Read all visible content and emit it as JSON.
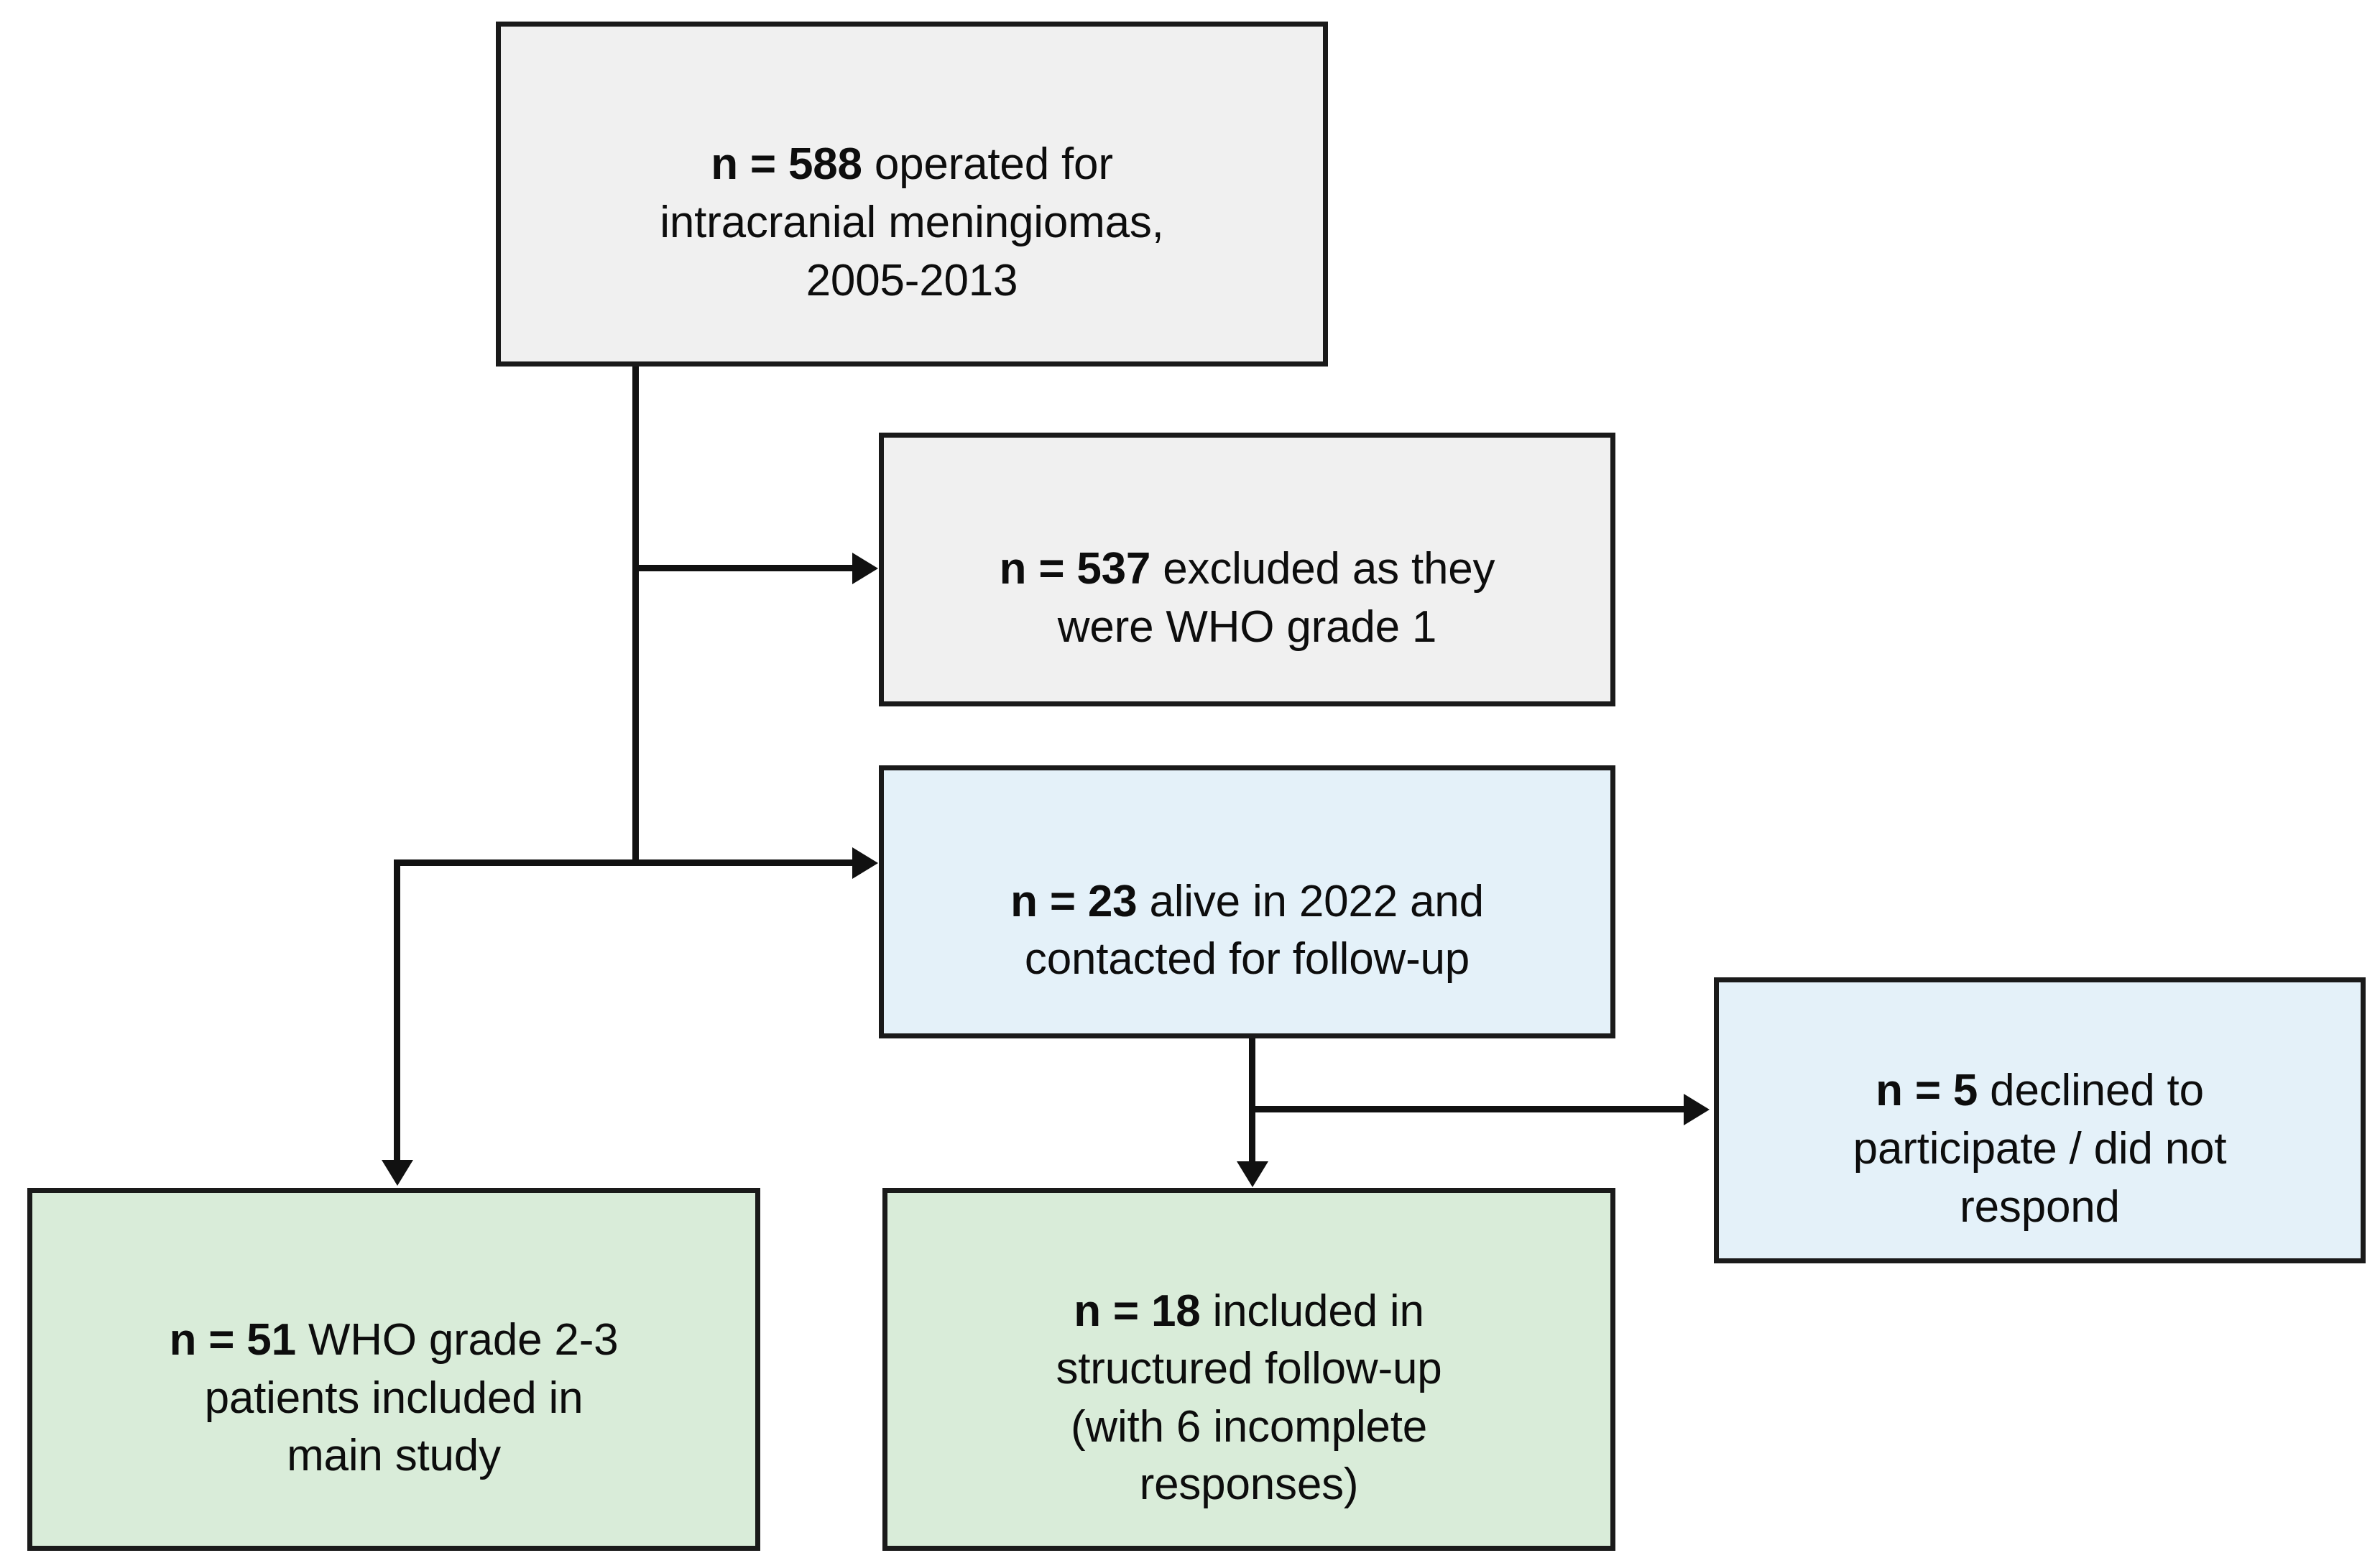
{
  "figure": {
    "type": "flowchart",
    "orientation": "top-down-with-side-branches",
    "colors": {
      "box_border": "#1a1a1a",
      "connector": "#111111",
      "fill_grey": "#f0f0f0",
      "fill_blue": "#e4f1f9",
      "fill_green": "#d9ecd9",
      "background": "#ffffff",
      "text": "#0d0d0d"
    }
  },
  "nodes": {
    "enrolled": {
      "id": "enrolled",
      "fill": "grey",
      "n_label": "n = 588",
      "n_value": 588,
      "bold_prefix": "n = 588",
      "rest_text": " operated for\nintracranial meningiomas,\n2005-2013",
      "full_text": "n = 588 operated for intracranial meningiomas, 2005-2013"
    },
    "excluded": {
      "id": "excluded",
      "fill": "grey",
      "n_label": "n = 537",
      "n_value": 537,
      "bold_prefix": "n = 537",
      "rest_text": " excluded as they\nwere WHO grade 1",
      "full_text": "n = 537 excluded as they were WHO grade 1"
    },
    "alive_contacted": {
      "id": "alive_contacted",
      "fill": "blue",
      "n_label": "n = 23",
      "n_value": 23,
      "bold_prefix": "n = 23",
      "rest_text": " alive in 2022 and\ncontacted for follow-up",
      "full_text": "n = 23 alive in 2022 and contacted for follow-up"
    },
    "declined": {
      "id": "declined",
      "fill": "blue",
      "n_label": "n = 5",
      "n_value": 5,
      "bold_prefix": "n = 5",
      "rest_text": " declined to\nparticipate / did not\nrespond",
      "full_text": "n = 5 declined to participate / did not respond"
    },
    "main_study": {
      "id": "main_study",
      "fill": "green",
      "n_label": "n = 51",
      "n_value": 51,
      "bold_prefix": "n = 51",
      "rest_text": " WHO grade 2-3\npatients included in\nmain study",
      "full_text": "n = 51 WHO grade 2-3 patients included in main study"
    },
    "structured_followup": {
      "id": "structured_followup",
      "fill": "green",
      "n_label": "n = 18",
      "n_value": 18,
      "bold_prefix": "n = 18",
      "rest_text": " included in\nstructured follow-up\n(with 6 incomplete\nresponses)",
      "full_text": "n = 18 included in structured follow-up (with 6 incomplete responses)"
    }
  },
  "edges": [
    {
      "from": "enrolled",
      "to": "excluded",
      "style": "elbow-right-arrow"
    },
    {
      "from": "enrolled",
      "to": "alive_contacted",
      "style": "elbow-right-arrow"
    },
    {
      "from": "enrolled",
      "to": "main_study",
      "style": "elbow-left-down-arrow"
    },
    {
      "from": "alive_contacted",
      "to": "declined",
      "style": "elbow-right-arrow"
    },
    {
      "from": "alive_contacted",
      "to": "structured_followup",
      "style": "straight-down-arrow"
    }
  ]
}
